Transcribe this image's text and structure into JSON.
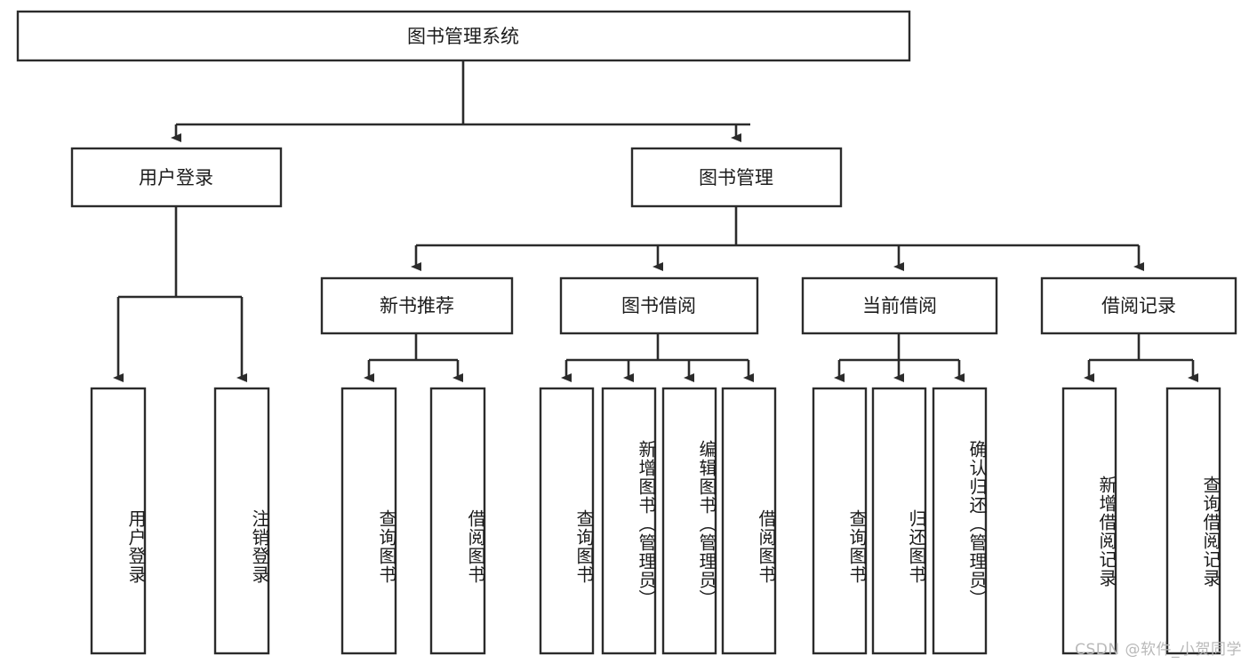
{
  "diagram": {
    "type": "tree-hierarchy-chart",
    "title_node": {
      "label": "图书管理系统"
    },
    "level2": [
      {
        "id": "user-login",
        "label": "用户登录"
      },
      {
        "id": "book-management",
        "label": "图书管理"
      }
    ],
    "level3": [
      {
        "id": "new-book-recommend",
        "label": "新书推荐",
        "parent": "book-management"
      },
      {
        "id": "book-borrow",
        "label": "图书借阅",
        "parent": "book-management"
      },
      {
        "id": "current-borrow",
        "label": "当前借阅",
        "parent": "book-management"
      },
      {
        "id": "borrow-record",
        "label": "借阅记录",
        "parent": "book-management"
      }
    ],
    "leaves": [
      {
        "id": "leaf-user-login",
        "label": "用户登录",
        "parent": "user-login"
      },
      {
        "id": "leaf-user-logout",
        "label": "注销登录",
        "parent": "user-login"
      },
      {
        "id": "leaf-query-book-1",
        "label": "查询图书",
        "parent": "new-book-recommend"
      },
      {
        "id": "leaf-borrow-book-1",
        "label": "借阅图书",
        "parent": "new-book-recommend"
      },
      {
        "id": "leaf-query-book-2",
        "label": "查询图书",
        "parent": "book-borrow"
      },
      {
        "id": "leaf-add-book",
        "label": "新增图书（管理员）",
        "parent": "book-borrow"
      },
      {
        "id": "leaf-edit-book",
        "label": "编辑图书（管理员）",
        "parent": "book-borrow"
      },
      {
        "id": "leaf-borrow-book-2",
        "label": "借阅图书",
        "parent": "book-borrow"
      },
      {
        "id": "leaf-query-book-3",
        "label": "查询图书",
        "parent": "current-borrow"
      },
      {
        "id": "leaf-return-book",
        "label": "归还图书",
        "parent": "current-borrow"
      },
      {
        "id": "leaf-confirm-return",
        "label": "确认归还（管理员）",
        "parent": "current-borrow"
      },
      {
        "id": "leaf-add-record",
        "label": "新增借阅记录",
        "parent": "borrow-record"
      },
      {
        "id": "leaf-query-record",
        "label": "查询借阅记录",
        "parent": "borrow-record"
      }
    ],
    "watermark": "CSDN @软件_小贺同学",
    "colors": {
      "stroke": "#2b2b2b",
      "fill": "#ffffff",
      "text": "#1c1c1c",
      "watermark": "#b9b9b9"
    }
  }
}
